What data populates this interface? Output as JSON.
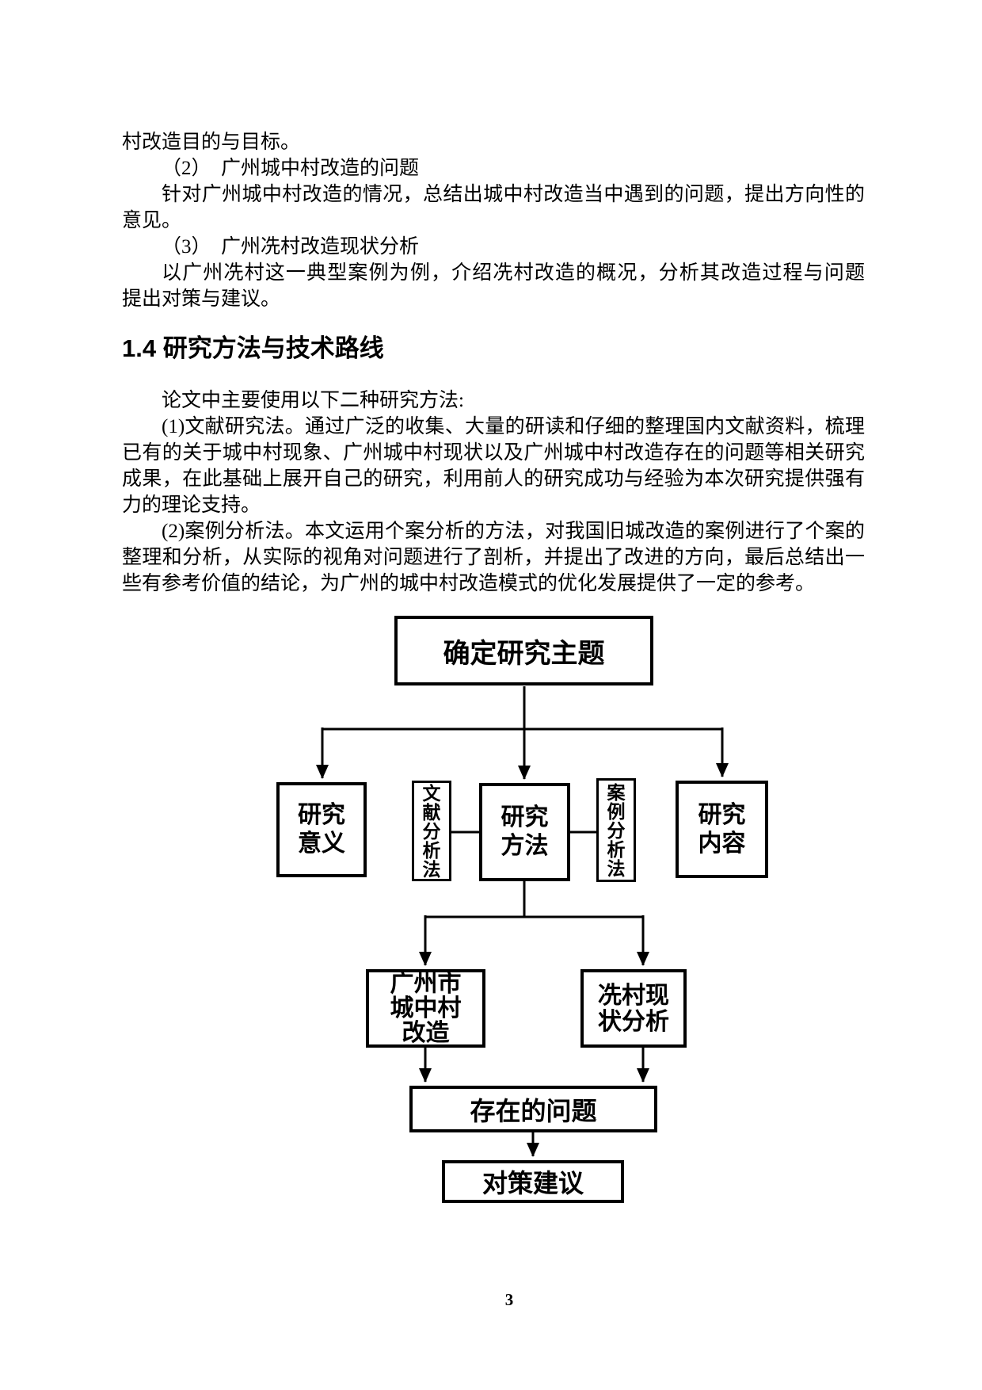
{
  "page": {
    "number": "3"
  },
  "intro_lines": [
    {
      "text": "村改造目的与目标。"
    },
    {
      "text": "（2）　广州城中村改造的问题"
    },
    {
      "text": "针对广州城中村改造的情况，总结出城中村改造当中遇到的问题，提出方向性的"
    },
    {
      "text": "意见。"
    },
    {
      "text": "（3）　广州冼村改造现状分析"
    },
    {
      "text": "以广州冼村这一典型案例为例，介绍冼村改造的概况，分析其改造过程与问题"
    },
    {
      "text": "提出对策与建议。"
    }
  ],
  "section": {
    "heading": "1.4 研究方法与技术路线"
  },
  "method_lines": [
    {
      "text": "论文中主要使用以下二种研究方法:"
    },
    {
      "text": "(1)文献研究法。通过广泛的收集、大量的研读和仔细的整理国内文献资料，梳理"
    },
    {
      "text": "已有的关于城中村现象、广州城中村现状以及广州城中村改造存在的问题等相关研究"
    },
    {
      "text": "成果，在此基础上展开自己的研究，利用前人的研究成功与经验为本次研究提供强有"
    },
    {
      "text": "力的理论支持。"
    },
    {
      "text": "(2)案例分析法。本文运用个案分析的方法，对我国旧城改造的案例进行了个案的"
    },
    {
      "text": "整理和分析，从实际的视角对问题进行了剖析，并提出了改进的方向，最后总结出一"
    },
    {
      "text": "些有参考价值的结论，为广州的城中村改造模式的优化发展提供了一定的参考。"
    }
  ],
  "diagram": {
    "nodes": {
      "topic": "确定研究主题",
      "significance": "研究\n意义",
      "literature": "文\n献\n分\n析\n法",
      "method": "研究\n方法",
      "case": "案\n例\n分\n析\n法",
      "content": "研究\n内容",
      "gz_reno": "广州市\n城中村\n改造",
      "xiancun": "冼村现\n状分析",
      "problems": "存在的问题",
      "suggestions": "对策建议"
    }
  }
}
